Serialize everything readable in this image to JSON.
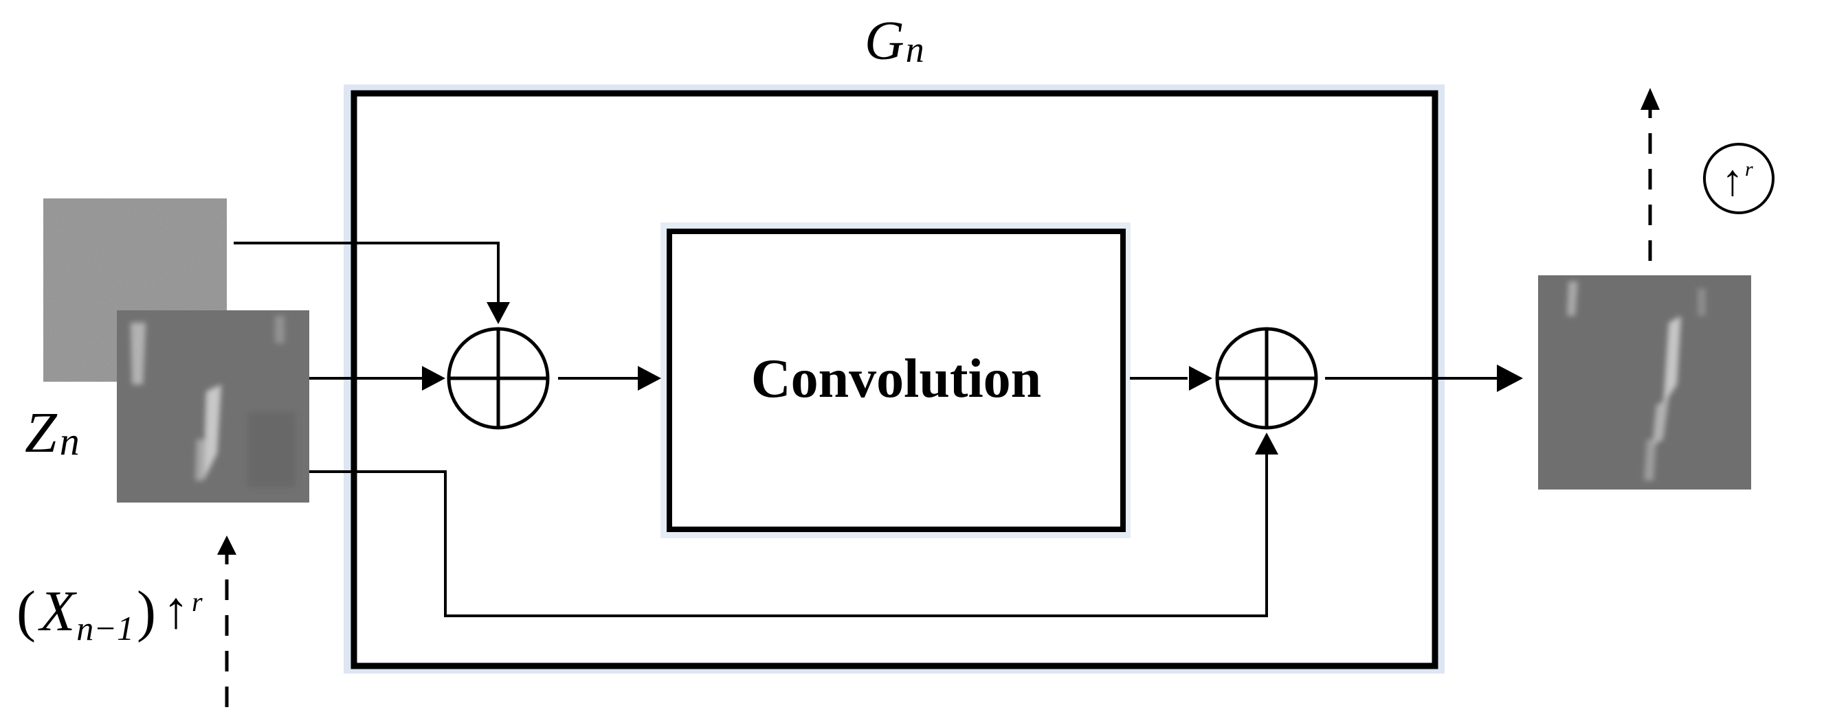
{
  "generator": {
    "label_main": "G",
    "label_sub": "n"
  },
  "convolution_block": {
    "label": "Convolution"
  },
  "noise_input": {
    "label_main": "Z",
    "label_sub": "n"
  },
  "upsampled_input": {
    "open_paren": "(",
    "var": "X",
    "sub": "n−1",
    "close_paren": ")",
    "arrow": "↑",
    "sup": "r"
  },
  "upsample_op": {
    "arrow": "↑",
    "sup": "r"
  },
  "colors": {
    "stroke": "#000000",
    "frame_glow": "#e8eef6",
    "noise_bg": "#8a8a8a",
    "image_bg": "#6e6e6e",
    "streak": "#c9c9c9"
  },
  "icons": [
    "add-operator-icon",
    "upsample-operator-icon"
  ]
}
